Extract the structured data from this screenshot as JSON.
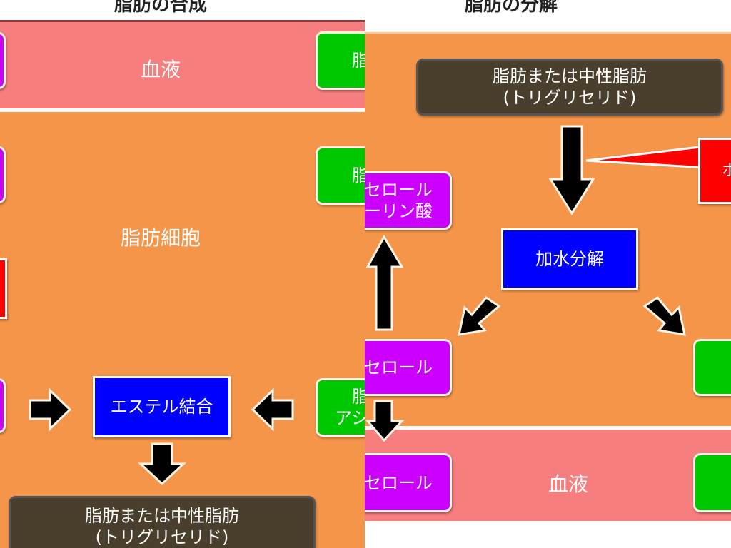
{
  "left": {
    "title": "脂肪の合成",
    "blood_label": "血液",
    "cell_label": "脂肪細胞",
    "green_top": "脂",
    "green_mid": "脂",
    "green_bottom_line1": "脂",
    "green_bottom_line2": "アシ",
    "ester_bond": "エステル結合",
    "product_line1": "脂肪または中性脂肪",
    "product_line2": "(トリグリセリド)"
  },
  "right": {
    "title": "脂肪の分解",
    "source_line1": "脂肪または中性脂肪",
    "source_line2": "(トリグリセリド)",
    "hormone": "ホ",
    "glycerol_phosphate_line1": "セロール",
    "glycerol_phosphate_line2": "ーリン酸",
    "hydrolysis": "加水分解",
    "glycerol": "セロール",
    "glycerol_blood": "セロール",
    "blood_label": "血液"
  },
  "colors": {
    "orange": "#f5954a",
    "blood": "#f77e7e",
    "purple": "#cc00ff",
    "green": "#00c800",
    "blue": "#0000ff",
    "red": "#ff0000",
    "dark": "#4a3f2c"
  }
}
